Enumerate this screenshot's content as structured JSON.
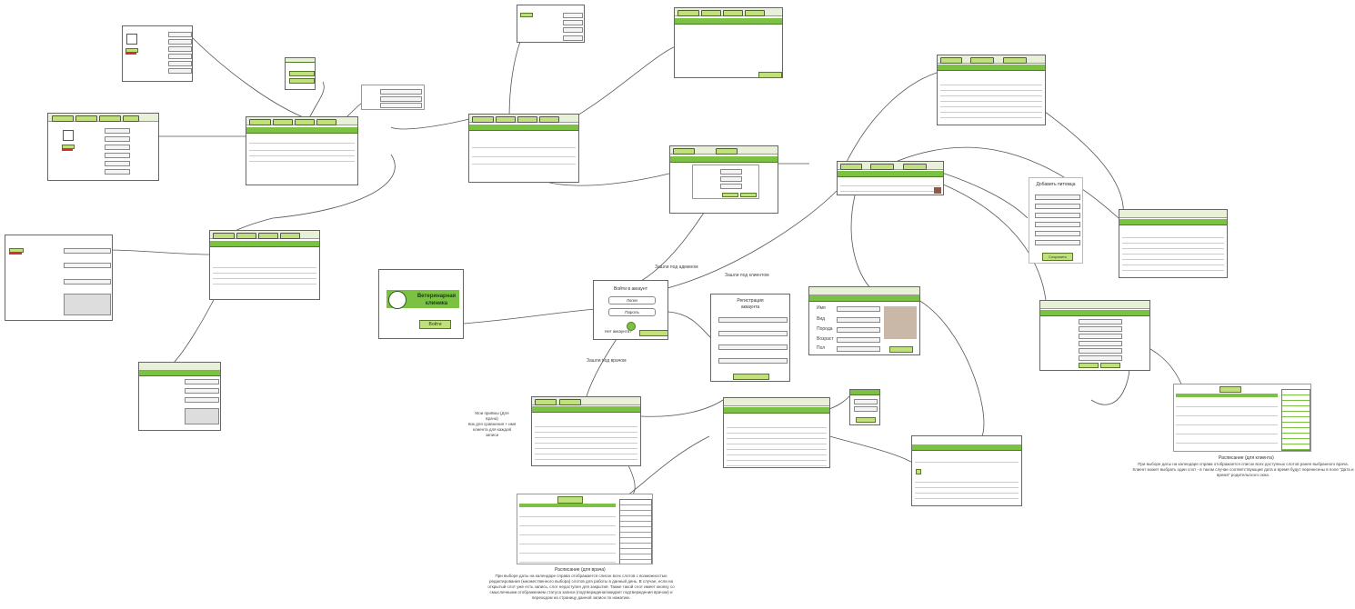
{
  "login": {
    "logo_line1": "Ветеринарная",
    "logo_line2": "клиника",
    "enter_button": "Войти"
  },
  "auth": {
    "title": "Войти в аккаунт",
    "login_placeholder": "Логин",
    "password_placeholder": "Пароль",
    "no_account": "Нет аккаунта?"
  },
  "registration": {
    "title_line1": "Регистрация",
    "title_line2": "аккаунта"
  },
  "edges": {
    "as_admin": "Зашли под админом",
    "as_client": "Зашли под клиентом",
    "as_doctor": "Зашли под врачом"
  },
  "add_pet": {
    "title": "Добавить питомца",
    "save_button": "Сохранить"
  },
  "pet_info": {
    "labels": [
      "Имя",
      "Вид",
      "Порода",
      "Возраст",
      "Пол"
    ]
  },
  "doctor_appointments_note": {
    "line1": "Мои приёмы (Для",
    "line2": "врача)",
    "line3": "Кик для сравнения + имя",
    "line4": "клиента для каждой",
    "line5": "записи"
  },
  "schedule_doctor": {
    "title": "Расписание (для врача)",
    "description": "При выборе даты на календаре справа отображается список всех слотов с возможностью редактирования (множественного выбора) слотов для работы в данный день. В случае, если на открытый слот уже есть запись, слот недоступен для закрытия. Также такой слот имеет кнопку со смысличными отображением статуса записи (подтверждена/ожидает подтверждения врачом) и переходом на страницу данной записи по нажатию."
  },
  "schedule_client": {
    "title": "Расписание (для клиента)",
    "description": "При выборе даты на календаре справа отображается список всех доступных слотов ранее выбранного врача. Клиент может выбрать один слот - в таком случае соответствующие дата и время будут перенесены в поле \"Дата и время\" родительского окна."
  },
  "colors": {
    "accent": "#7cc242",
    "button": "#bfe07a",
    "wire": "#555555"
  }
}
